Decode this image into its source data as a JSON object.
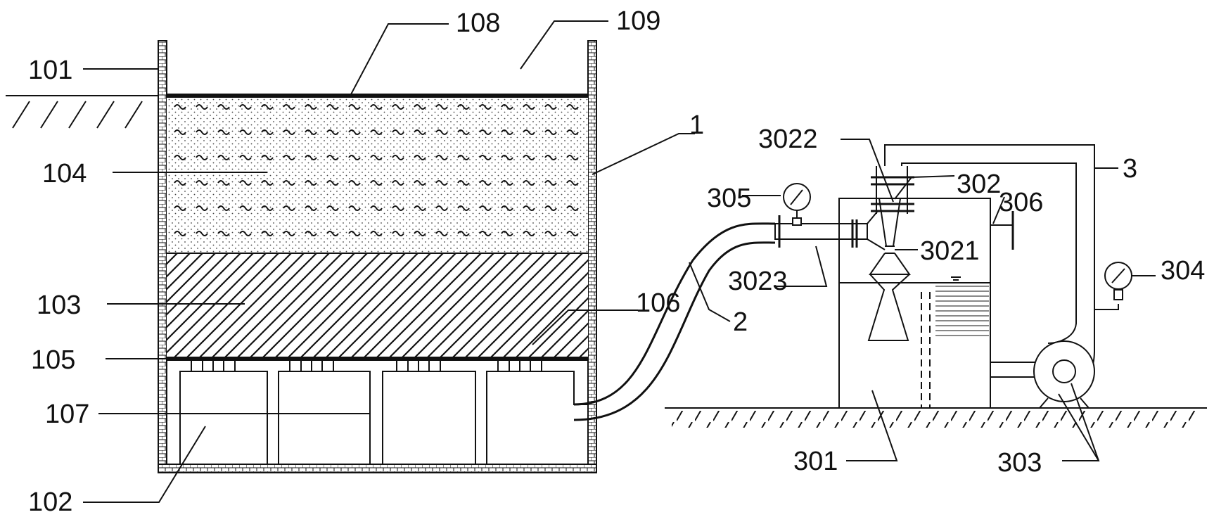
{
  "labels": {
    "l101": "101",
    "l102": "102",
    "l103": "103",
    "l104": "104",
    "l105": "105",
    "l106": "106",
    "l107": "107",
    "l108": "108",
    "l109": "109",
    "l1": "1",
    "l2": "2",
    "l3": "3",
    "l301": "301",
    "l302": "302",
    "l303": "303",
    "l304": "304",
    "l305": "305",
    "l306": "306",
    "l3021": "3021",
    "l3022": "3022",
    "l3023": "3023"
  }
}
